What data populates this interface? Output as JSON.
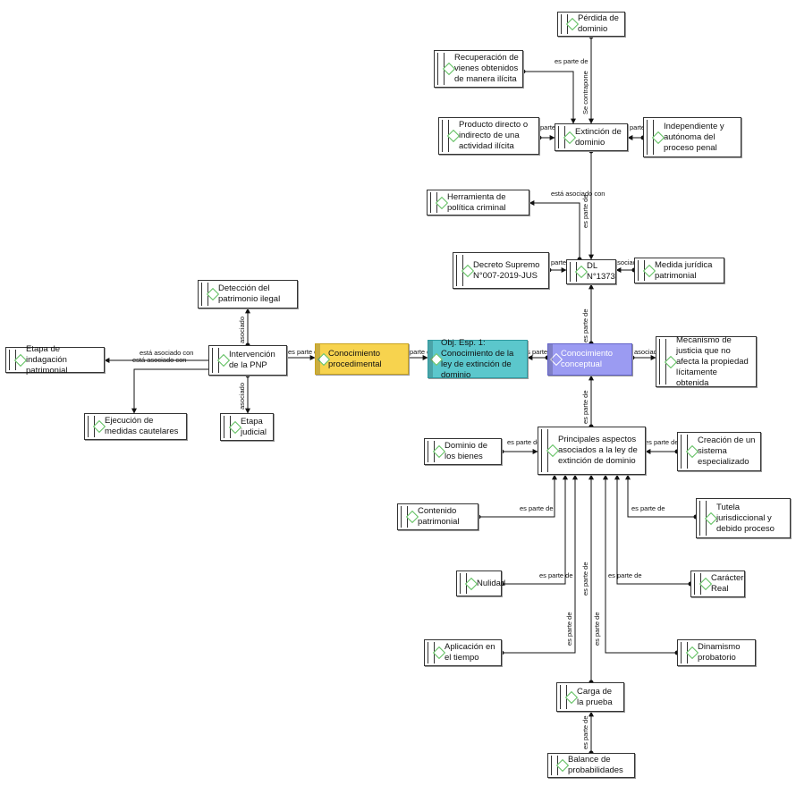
{
  "nodes": {
    "perdida": "Pérdida de dominio",
    "recuperacion": "Recuperación de vienes obtenidos de manera ilícita",
    "producto": "Producto directo o indirecto de una actividad ilícita",
    "extincion": "Extinción de dominio",
    "independiente": "Independiente y autónoma del proceso penal",
    "herramienta": "Herramienta de política criminal",
    "decreto": "Decreto Supremo N°007-2019-JUS",
    "dl": "DL N°1373",
    "medida": "Medida jurídica patrimonial",
    "deteccion": "Detección del patrimonio ilegal",
    "etapa_indag": "Etapa de indagación patrimonial",
    "intervencion": "Intervención de la PNP",
    "procedimental": "Conocimiento procedimental",
    "objetivo": "Obj. Esp. 1: Conocimiento de la ley de extinción de dominio",
    "conceptual": "Conocimiento conceptual",
    "mecanismo": "Mecanismo de justicia que no afecta la propiedad lícitamente obtenida",
    "ejecucion": "Ejecución de medidas cautelares",
    "etapa_judicial": "Etapa judicial",
    "principales": "Principales aspectos asociados a la ley de extinción de dominio",
    "dominio_bienes": "Dominio de los bienes",
    "creacion": "Creación de un sistema especializado",
    "contenido": "Contenido patrimonial",
    "tutela": "Tutela jurisdiccional y debido proceso",
    "nulidad": "Nulidad",
    "caracter": "Carácter Real",
    "aplicacion": "Aplicación en el tiempo",
    "dinamismo": "Dinamismo probatorio",
    "carga": "Carga de la prueba",
    "balance": "Balance de probabilidades"
  },
  "labels": {
    "es_parte_de": "es parte de",
    "se_contrapone": "Se contrapone",
    "esta_asociado_con": "está asociado con",
    "asociado": "asociado",
    "parte": "parte",
    "parte_de": "parte d"
  },
  "colors": {
    "procedimental": "#f7d34e",
    "objetivo": "#5bc7cc",
    "conceptual": "#9b9bf2",
    "icon": "#5fbf5f"
  }
}
